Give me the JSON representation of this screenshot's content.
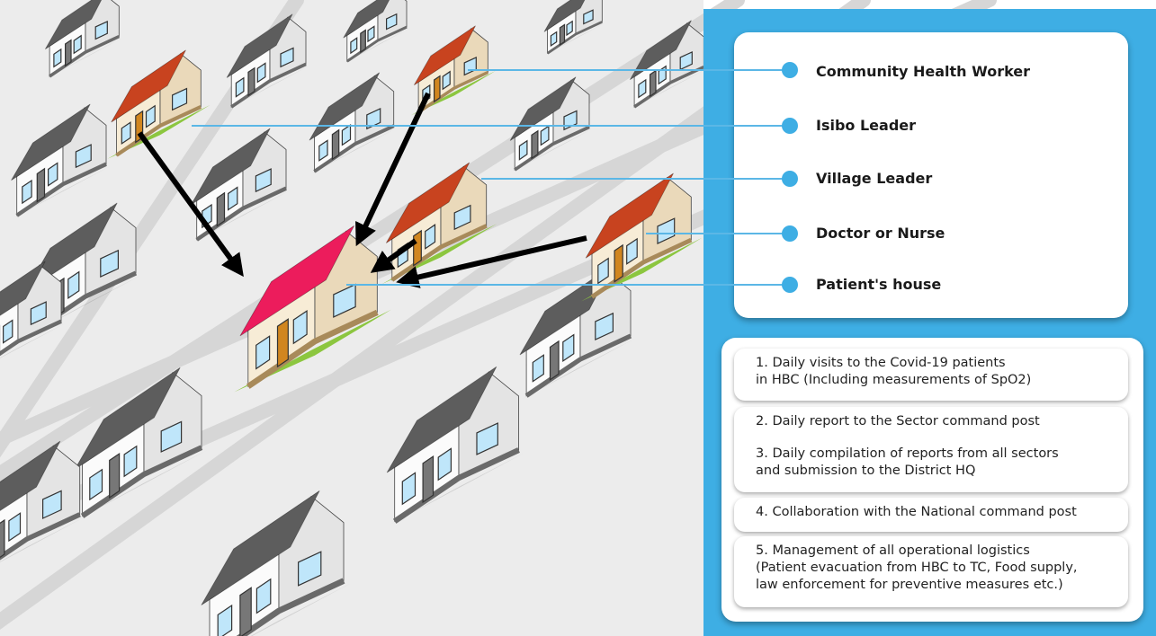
{
  "colors": {
    "ground": "#ececec",
    "road": "#d6d6d6",
    "gray_roof": "#5d5d5d",
    "red_roof": "#c8431f",
    "pink_roof": "#ec1c5c",
    "wall": "#f7ecd6",
    "lawn": "#8cc63f",
    "panel_blue": "#3eaee4",
    "connector": "#5bb7e6",
    "arrow": "#000000"
  },
  "legend": {
    "items": [
      {
        "label": "Community Health Worker",
        "icon": "marker-dot"
      },
      {
        "label": "Isibo Leader",
        "icon": "marker-dot"
      },
      {
        "label": "Village Leader",
        "icon": "marker-dot"
      },
      {
        "label": "Doctor or Nurse",
        "icon": "marker-dot"
      },
      {
        "label": "Patient's house",
        "icon": "marker-dot"
      }
    ]
  },
  "steps": {
    "items": [
      {
        "text": "1. Daily visits to the Covid-19 patients\nin HBC (Including measurements of SpO2)"
      },
      {
        "text": "2. Daily report to the Sector command post",
        "text2": "3. Daily compilation of reports from all sectors\nand submission to the District HQ"
      },
      {
        "text": "4. Collaboration with the National command post"
      },
      {
        "text": "5. Management of all operational logistics\n(Patient evacuation from HBC to TC, Food supply,\nlaw enforcement for preventive measures etc.)"
      }
    ]
  }
}
